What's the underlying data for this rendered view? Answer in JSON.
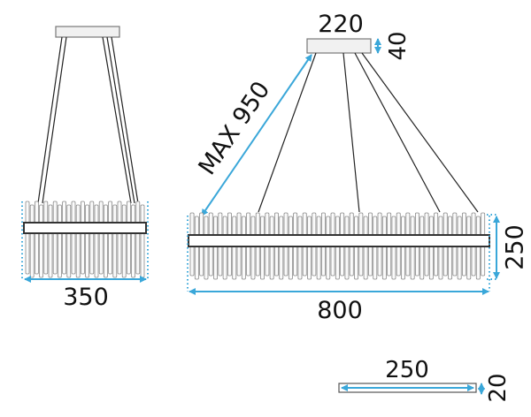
{
  "side_view": {
    "width_label": "350"
  },
  "front_view": {
    "canopy_width_label": "220",
    "canopy_height_label": "40",
    "drop_label": "MAX 950",
    "width_label": "800",
    "height_label": "250"
  },
  "tube_part": {
    "length_label": "250",
    "thickness_label": "20"
  },
  "colors": {
    "dimension_accent": "#3aa7d9",
    "outline": "#333333"
  }
}
